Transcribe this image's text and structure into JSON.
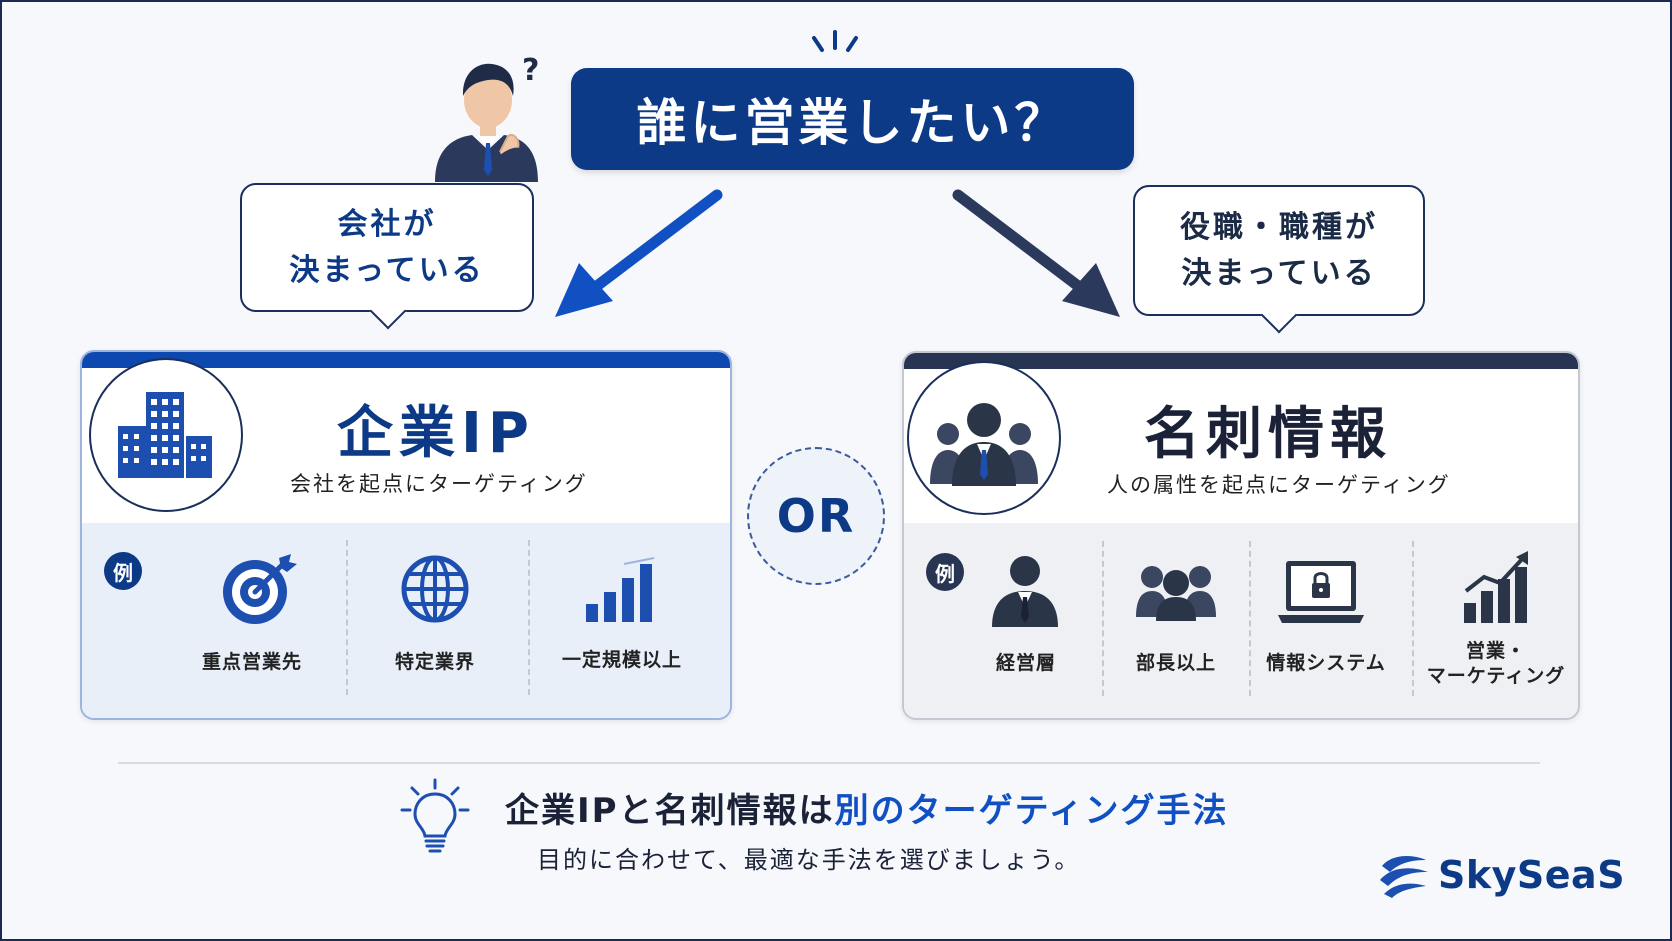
{
  "question": "誰に営業したい？",
  "left_bubble": {
    "line1": "会社が",
    "line2": "決まっている"
  },
  "right_bubble": {
    "line1": "役職・職種が",
    "line2": "決まっている"
  },
  "left_card": {
    "title": "企業IP",
    "subtitle": "会社を起点にターゲティング",
    "example_badge": "例",
    "examples": [
      {
        "label": "重点営業先",
        "icon": "target-icon"
      },
      {
        "label": "特定業界",
        "icon": "globe-icon"
      },
      {
        "label": "一定規模以上",
        "icon": "bar-chart-icon"
      }
    ]
  },
  "or_label": "OR",
  "right_card": {
    "title": "名刺情報",
    "subtitle": "人の属性を起点にターゲティング",
    "example_badge": "例",
    "examples": [
      {
        "label": "経営層",
        "icon": "executive-icon"
      },
      {
        "label": "部長以上",
        "icon": "group-icon"
      },
      {
        "label": "情報システム",
        "icon": "laptop-lock-icon"
      },
      {
        "label1": "営業・",
        "label2": "マーケティング",
        "icon": "growth-chart-icon"
      }
    ]
  },
  "footer": {
    "line1_a": "企業IPと名刺情報は",
    "line1_b": "別のターゲティング手法",
    "line2": "目的に合わせて、最適な手法を選びましょう。"
  },
  "logo_text": "SkySeaS",
  "colors": {
    "primary": "#0c3a86",
    "accent": "#0c48b0",
    "dark": "#283552",
    "highlight": "#1150c2"
  }
}
